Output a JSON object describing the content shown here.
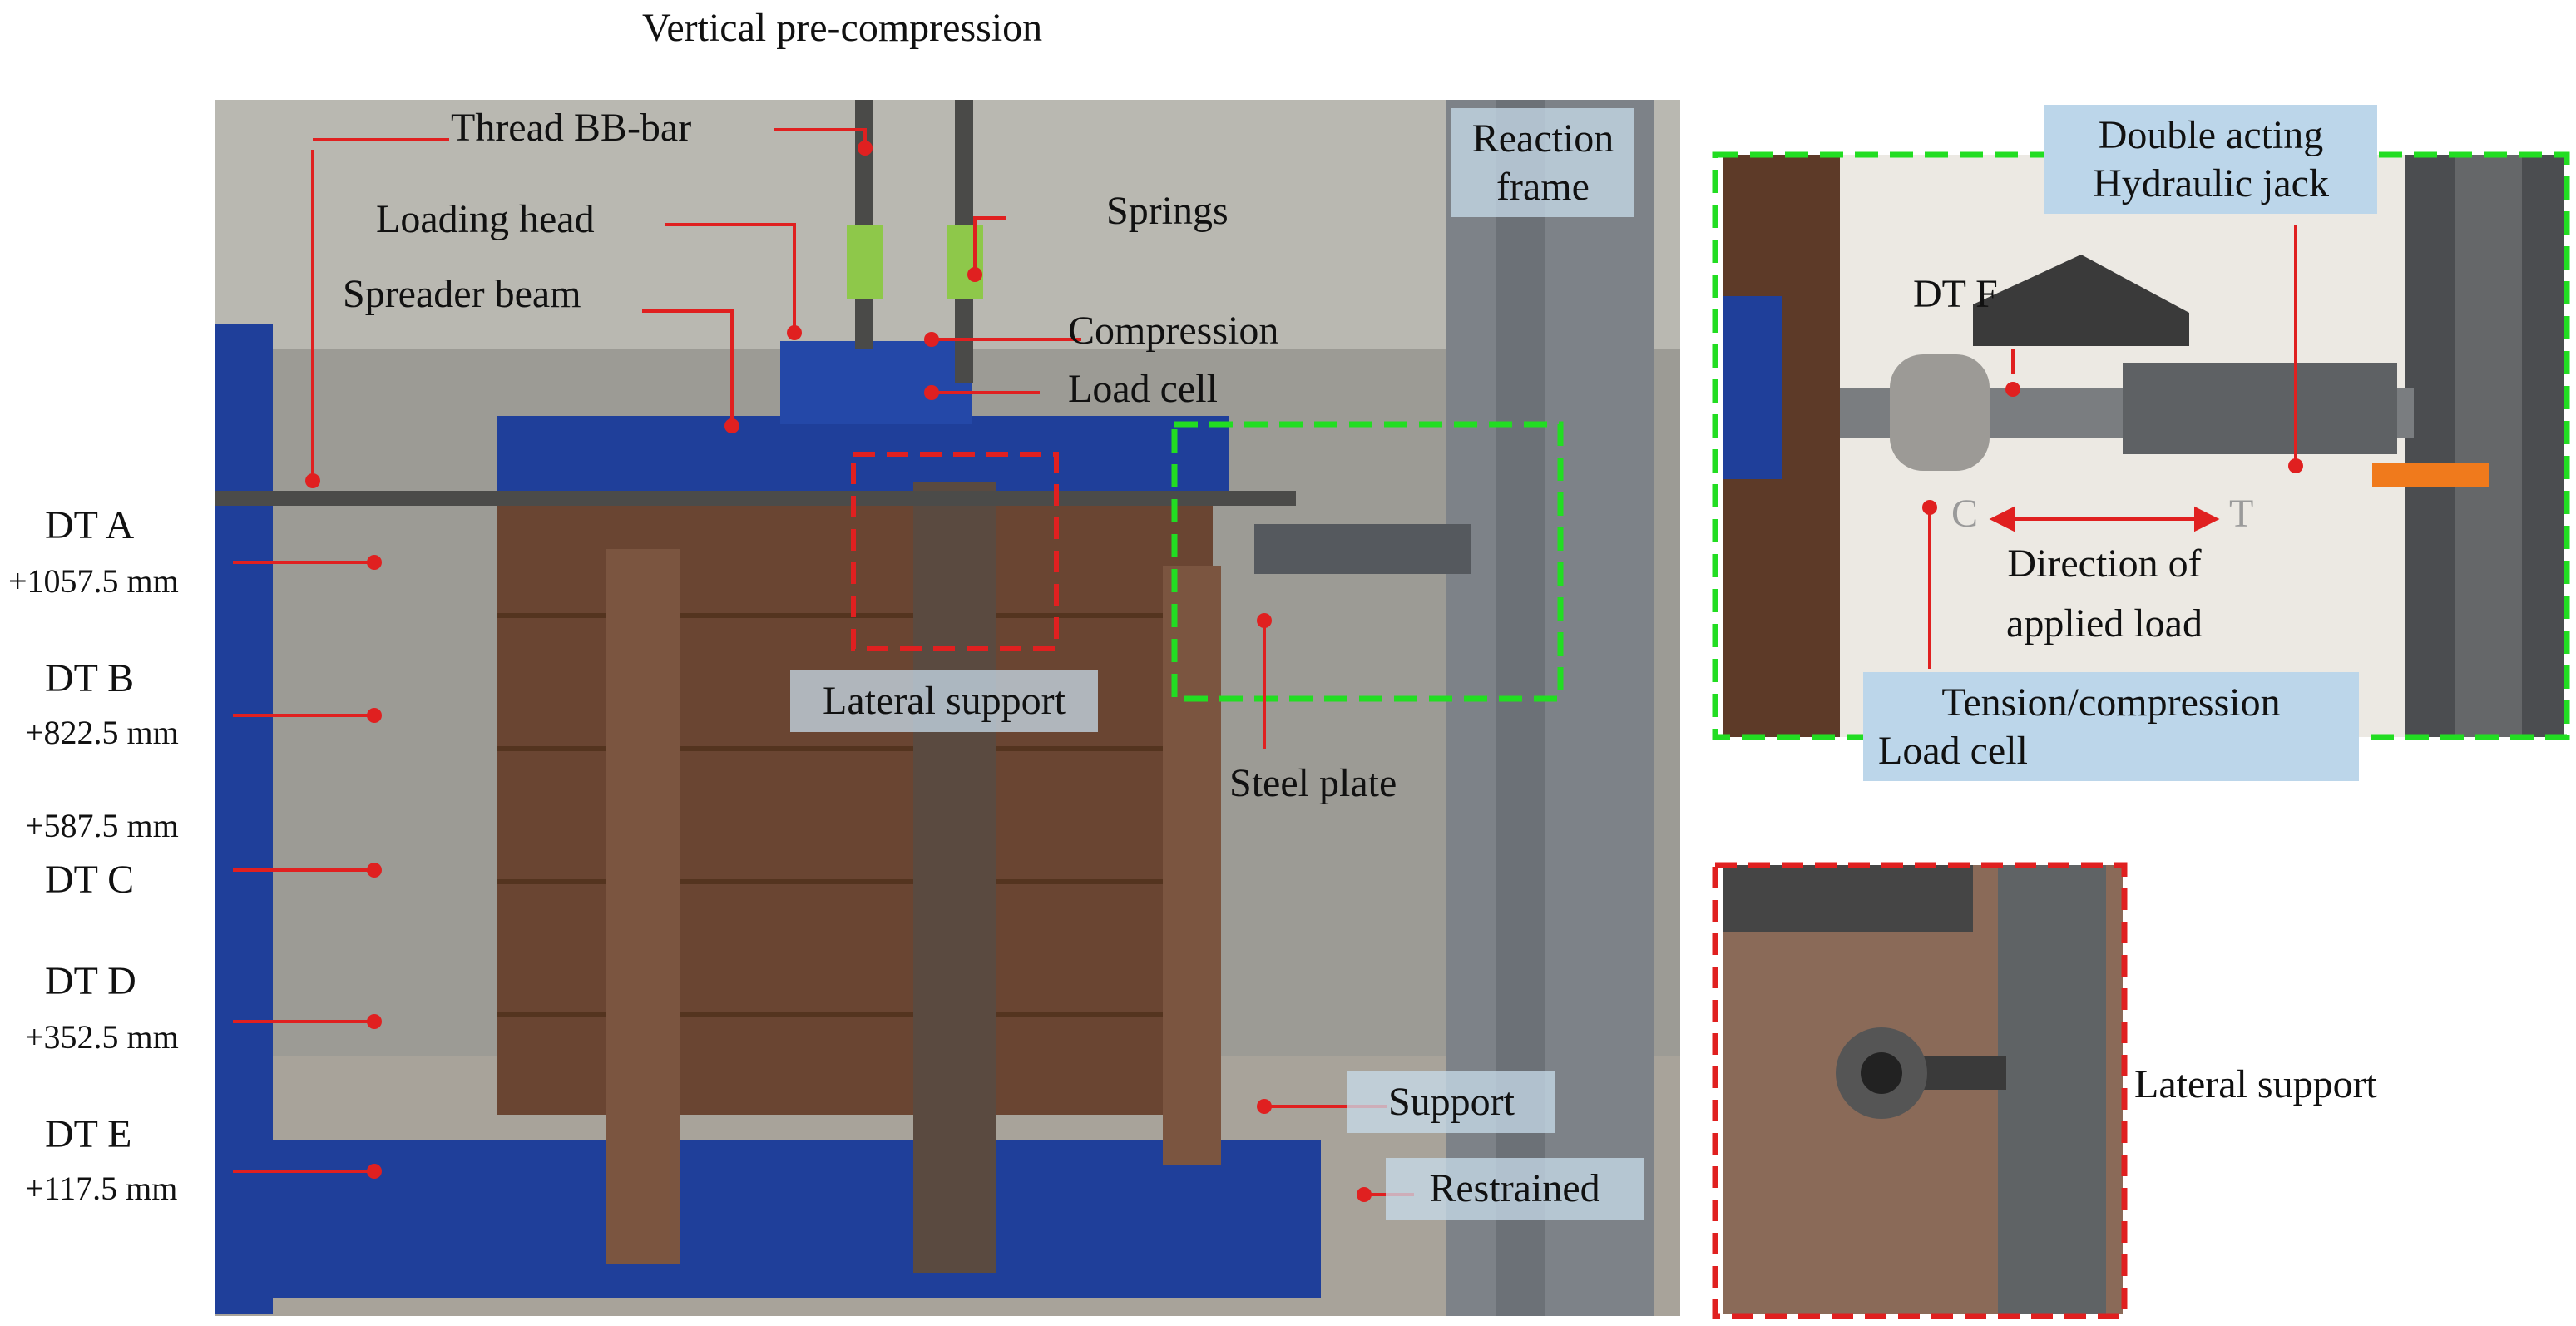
{
  "labels": {
    "vertical_pre_compression": "Vertical pre-compression",
    "thread_bb_bar": "Thread BB-bar",
    "loading_head": "Loading head",
    "springs": "Springs",
    "spreader_beam": "Spreader beam",
    "compression": "Compression",
    "load_cell": "Load cell",
    "reaction_frame": "Reaction frame",
    "double_acting": "Double acting",
    "hydraulic_jack": "Hydraulic jack",
    "dt_f": "DT F",
    "c": "C",
    "t": "T",
    "direction_of": "Direction of",
    "applied_load": "applied load",
    "tension_compression": "Tension/compression",
    "load_cell_2": "Load cell",
    "lateral_support_main": "Lateral support",
    "steel_plate": "Steel plate",
    "support": "Support",
    "restrained": "Restrained",
    "lateral_support_inset": "Lateral support"
  },
  "transducers": [
    {
      "name": "DT A",
      "offset": "+1057.5 mm"
    },
    {
      "name": "DT B",
      "offset": "+822.5 mm"
    },
    {
      "name": "DT C",
      "offset": "+587.5 mm"
    },
    {
      "name": "DT D",
      "offset": "+352.5 mm"
    },
    {
      "name": "DT E",
      "offset": "+117.5 mm"
    }
  ],
  "colors": {
    "leader_line": "#e02020",
    "green_dash": "#22dd22",
    "red_dash": "#e02020",
    "label_box": "#bcd6ea",
    "steel_blue": "#1f3f9a",
    "brown_panel": "#6a4532"
  }
}
